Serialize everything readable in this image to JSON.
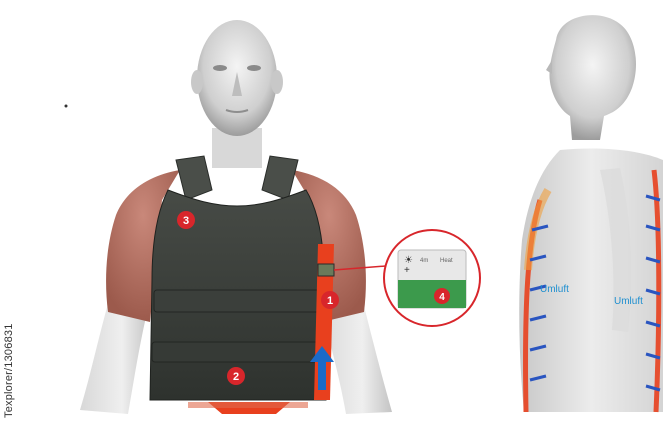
{
  "credit": "Texplorer/1306831",
  "callouts": [
    {
      "id": "1",
      "label": "1"
    },
    {
      "id": "2",
      "label": "2"
    },
    {
      "id": "3",
      "label": "3"
    },
    {
      "id": "4",
      "label": "4"
    }
  ],
  "inset_panel": {
    "row_text_1": "4m",
    "row_text_2": "Heat"
  },
  "side_figure": {
    "label_left": "Umluft",
    "label_right": "Umluft"
  },
  "colors": {
    "vest": "#3a3e3a",
    "heater": "#e8401e",
    "skin_warm": "#b87060",
    "marker": "#d8262b",
    "arrow": "#1a6ac8",
    "inset_green": "#3c9a4c",
    "airflow_text": "#1e8fd0"
  }
}
